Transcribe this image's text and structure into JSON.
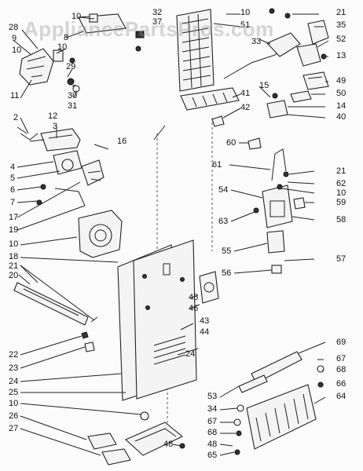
{
  "watermark": "AppliancePartsPros.com",
  "labels": {
    "n2": "2",
    "n3": "3",
    "n4": "4",
    "n5": "5",
    "n6": "6",
    "n7": "7",
    "n8": "8",
    "n9": "9",
    "n10": "10",
    "n11": "11",
    "n12": "12",
    "n13": "13",
    "n14": "14",
    "n15": "15",
    "n16": "16",
    "n17": "17",
    "n18": "18",
    "n19": "19",
    "n20": "20",
    "n21": "21",
    "n22": "22",
    "n23": "23",
    "n24": "24",
    "n25": "25",
    "n26": "26",
    "n27": "27",
    "n28": "28",
    "n29": "29",
    "n30": "30",
    "n31": "31",
    "n32": "32",
    "n33": "33",
    "n34": "34",
    "n35": "35",
    "n37": "37",
    "n40": "40",
    "n41": "41",
    "n42": "42",
    "n43": "43",
    "n44": "44",
    "n45": "45",
    "n46": "46",
    "n48": "48",
    "n49": "49",
    "n50": "50",
    "n51": "51",
    "n52": "52",
    "n53": "53",
    "n54": "54",
    "n55": "55",
    "n56": "56",
    "n57": "57",
    "n58": "58",
    "n59": "59",
    "n60": "60",
    "n61": "61",
    "n62": "62",
    "n63": "63",
    "n64": "64",
    "n65": "65",
    "n66": "66",
    "n67": "67",
    "n68": "68",
    "n69": "69"
  }
}
